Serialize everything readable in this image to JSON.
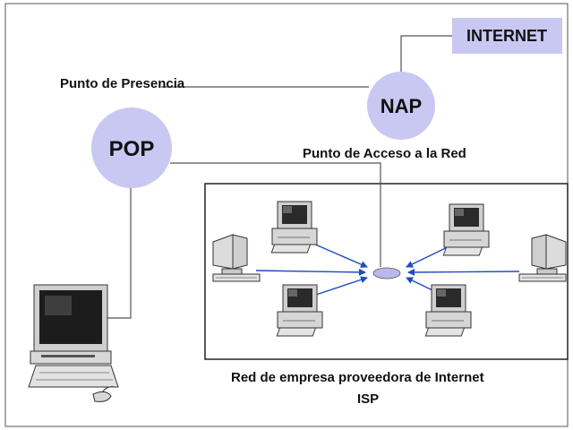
{
  "labels": {
    "internet": "INTERNET",
    "nap": "NAP",
    "pop": "POP",
    "punto_presencia": "Punto de Presencia",
    "punto_acceso": "Punto de Acceso a la Red",
    "isp_line1": "Red de empresa proveedora de Internet",
    "isp_line2": "ISP"
  },
  "colors": {
    "node_fill": "#c9c8f2",
    "internet_box": "#c9c8f2",
    "arrow": "#1f4bbf",
    "line": "#555555",
    "hub": "#b9b8ee"
  },
  "icons": {
    "workstation": "desktop-computer-icon",
    "terminal": "crt-terminal-icon",
    "user_computer": "user-computer-icon"
  }
}
